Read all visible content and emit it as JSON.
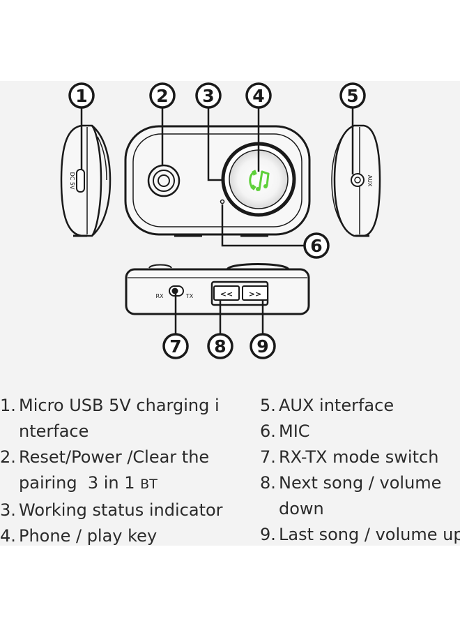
{
  "callouts": [
    "1",
    "2",
    "3",
    "4",
    "5",
    "6",
    "7",
    "8",
    "9"
  ],
  "device": {
    "dc_label": "DC 5V",
    "aux_label": "AUX",
    "rx_label": "RX",
    "tx_label": "TX",
    "prev_symbol": "<<",
    "next_symbol": ">>",
    "key_icon": "phone-music-icon"
  },
  "legend": {
    "left": [
      {
        "num": "1.",
        "lines": [
          "Micro USB 5V charging i",
          "nterface"
        ]
      },
      {
        "num": "2.",
        "lines": [
          "Reset/Power /Clear the",
          "pairing  3 in 1 "
        ],
        "suffix": "BT"
      },
      {
        "num": "3.",
        "lines": [
          "Working status indicator"
        ]
      },
      {
        "num": "4.",
        "lines": [
          "Phone / play key"
        ]
      }
    ],
    "right": [
      {
        "num": "5.",
        "lines": [
          "AUX interface"
        ]
      },
      {
        "num": "6.",
        "lines": [
          "MIC"
        ]
      },
      {
        "num": "7.",
        "lines": [
          "RX-TX mode switch"
        ]
      },
      {
        "num": "8.",
        "lines": [
          "Next song / volume",
          "down"
        ]
      },
      {
        "num": "9.",
        "lines": [
          "Last song / volume up"
        ]
      }
    ]
  },
  "colors": {
    "accent_green": "#5fd03a",
    "outline": "#1a1a1a",
    "panel": "#f3f3f3"
  }
}
